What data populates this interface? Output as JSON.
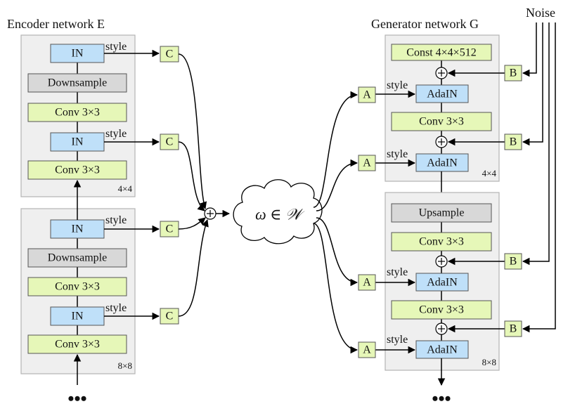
{
  "colors": {
    "in_box": "#bfe0f9",
    "conv_box": "#e6f7b8",
    "sample_box": "#d8d8d8",
    "small_box": "#e6f7b8",
    "panel": "#efefef"
  },
  "encoder": {
    "title": "Encoder network E",
    "blocks": [
      {
        "resolution": "4×4",
        "in1": "IN",
        "style1": "style",
        "c1": "C",
        "downsample": "Downsample",
        "conv1": "Conv 3×3",
        "in2": "IN",
        "style2": "style",
        "c2": "C",
        "conv2": "Conv 3×3"
      },
      {
        "resolution": "8×8",
        "in1": "IN",
        "style1": "style",
        "c1": "C",
        "downsample": "Downsample",
        "conv1": "Conv 3×3",
        "in2": "IN",
        "style2": "style",
        "c2": "C",
        "conv2": "Conv 3×3"
      }
    ],
    "dots": "•••"
  },
  "latent": {
    "label": "ω ∈ 𝒲"
  },
  "generator": {
    "title": "Generator network G",
    "noise_label": "Noise",
    "blocks": [
      {
        "resolution": "4×4",
        "const": "Const 4×4×512",
        "b1": "B",
        "a1": "A",
        "style1": "style",
        "adain1": "AdaIN",
        "conv": "Conv 3×3",
        "b2": "B",
        "a2": "A",
        "style2": "style",
        "adain2": "AdaIN"
      },
      {
        "resolution": "8×8",
        "upsample": "Upsample",
        "conv1": "Conv 3×3",
        "b1": "B",
        "a1": "A",
        "style1": "style",
        "adain1": "AdaIN",
        "conv2": "Conv 3×3",
        "b2": "B",
        "a2": "A",
        "style2": "style",
        "adain2": "AdaIN"
      }
    ],
    "dots": "•••"
  }
}
